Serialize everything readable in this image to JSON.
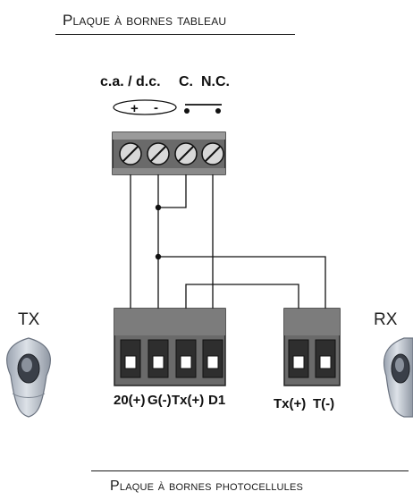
{
  "titles": {
    "top": "Plaque à bornes tableau",
    "bottom": "Plaque à bornes photocellules"
  },
  "side_labels": {
    "tx": "TX",
    "rx": "RX"
  },
  "panel_labels": {
    "power": "c.a. / d.c.",
    "c": "C.",
    "nc": "N.C.",
    "plus": "+",
    "minus": "-"
  },
  "tx_terminals": [
    "20(+)",
    "G(-)",
    "Tx(+)",
    "D1"
  ],
  "rx_terminals": [
    "Tx(+)",
    "T(-)"
  ]
}
